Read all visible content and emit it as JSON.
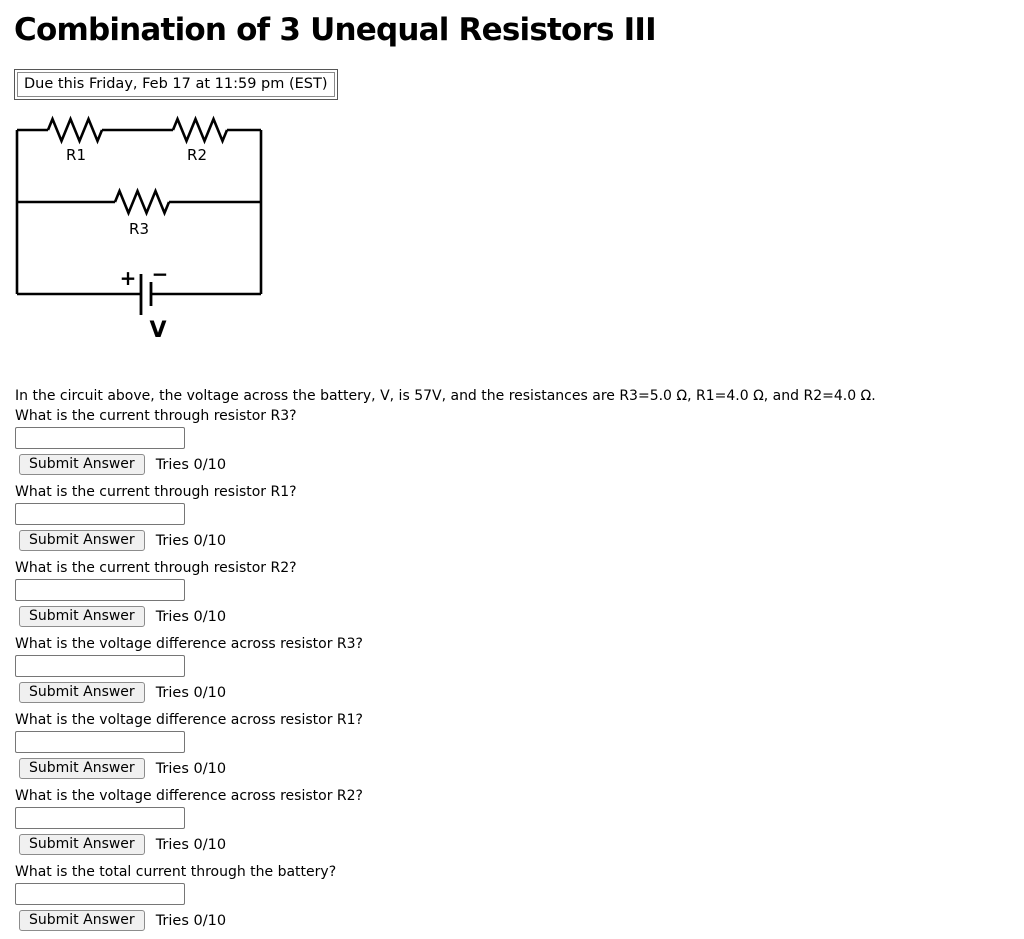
{
  "header": {
    "title": "Combination of 3 Unequal Resistors III",
    "due_notice": "Due this Friday, Feb 17 at 11:59 pm (EST)"
  },
  "circuit": {
    "r1_label": "R1",
    "r2_label": "R2",
    "r3_label": "R3",
    "battery_plus": "+",
    "battery_minus": "−",
    "battery_label": "V"
  },
  "problem": {
    "statement": "In the circuit above, the voltage across the battery, V, is 57V, and the resistances are R3=5.0 Ω, R1=4.0 Ω, and R2=4.0 Ω."
  },
  "questions": [
    {
      "label": "What is the current through resistor R3?",
      "value": "",
      "submit_label": "Submit Answer",
      "tries": "Tries 0/10"
    },
    {
      "label": "What is the current through resistor R1?",
      "value": "",
      "submit_label": "Submit Answer",
      "tries": "Tries 0/10"
    },
    {
      "label": "What is the current through resistor R2?",
      "value": "",
      "submit_label": "Submit Answer",
      "tries": "Tries 0/10"
    },
    {
      "label": "What is the voltage difference across resistor R3?",
      "value": "",
      "submit_label": "Submit Answer",
      "tries": "Tries 0/10"
    },
    {
      "label": "What is the voltage difference across resistor R1?",
      "value": "",
      "submit_label": "Submit Answer",
      "tries": "Tries 0/10"
    },
    {
      "label": "What is the voltage difference across resistor R2?",
      "value": "",
      "submit_label": "Submit Answer",
      "tries": "Tries 0/10"
    },
    {
      "label": "What is the total current through the battery?",
      "value": "",
      "submit_label": "Submit Answer",
      "tries": "Tries 0/10"
    }
  ]
}
